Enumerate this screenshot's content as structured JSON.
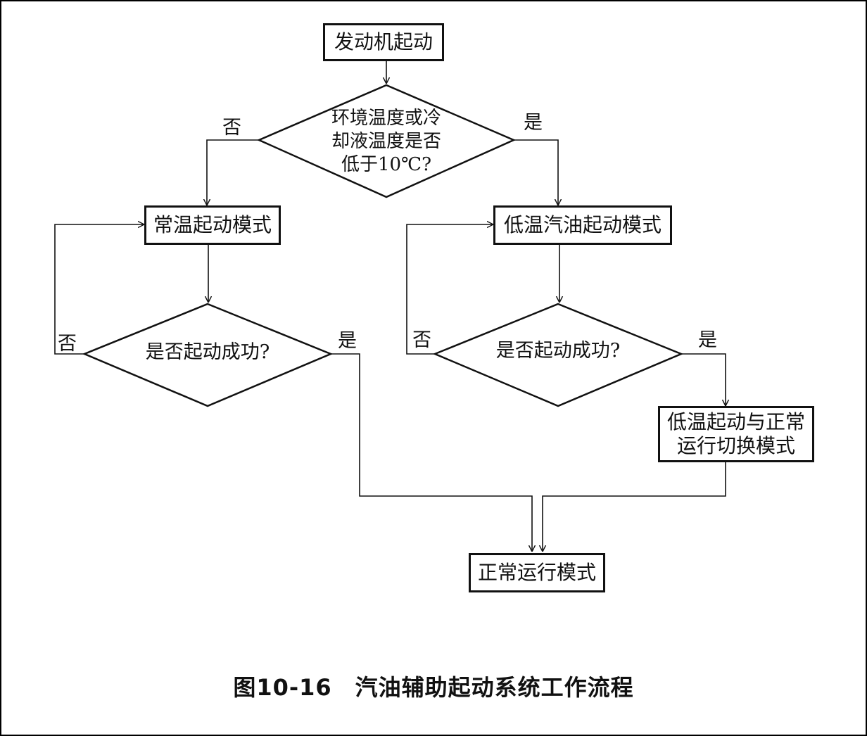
{
  "nodes": {
    "engine_start": "发动机起动",
    "temp_check": [
      "环境温度或冷",
      "却液温度是否",
      "低于10℃?"
    ],
    "normal_temp_mode": "常温起动模式",
    "low_temp_gasoline_mode": "低温汽油起动模式",
    "left_success_check": "是否起动成功?",
    "right_success_check": "是否起动成功?",
    "switch_mode": [
      "低温起动与正常",
      "运行切换模式"
    ],
    "normal_run_mode": "正常运行模式"
  },
  "edge_labels": {
    "temp_no": "否",
    "temp_yes": "是",
    "left_no": "否",
    "left_yes": "是",
    "right_no": "否",
    "right_yes": "是"
  },
  "caption": "图10-16　汽油辅助起动系统工作流程"
}
